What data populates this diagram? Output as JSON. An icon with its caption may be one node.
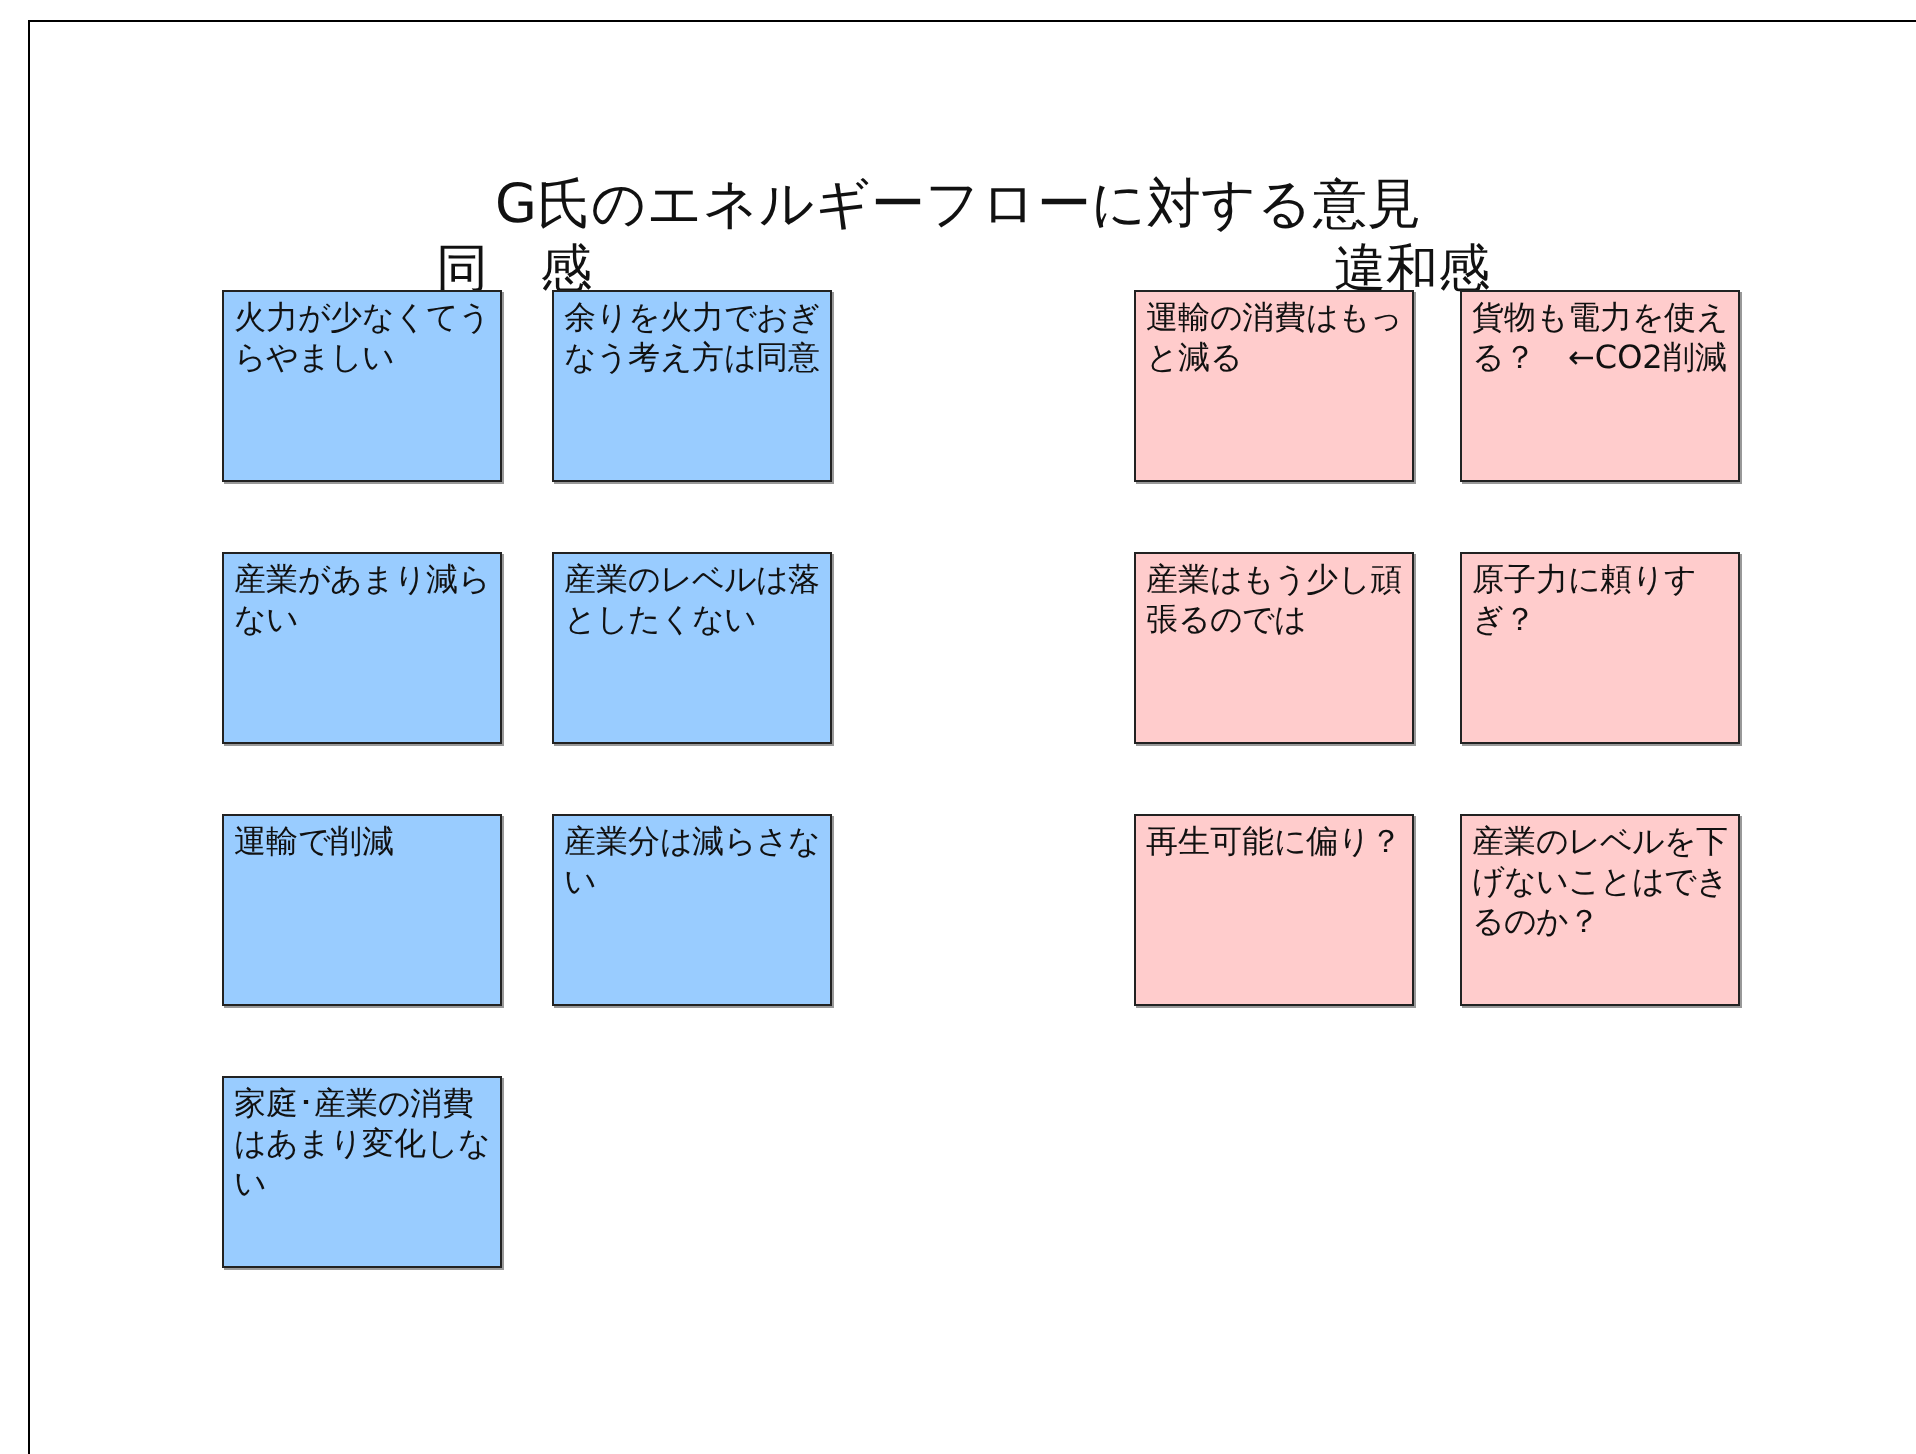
{
  "diagram": {
    "title": "G氏のエネルギーフローに対する意見",
    "nodes": [
      {
        "text": [
          "火力が少なくてうらやましい"
        ]
      },
      {
        "text": [
          "余りを火力でおぎなう考え方は同意"
        ]
      },
      {
        "text": [
          "産業があまり減らない"
        ]
      },
      {
        "text": [
          "産業のレベルは落としたくない"
        ]
      },
      {
        "text": [
          "運輸で削減"
        ]
      },
      {
        "text": [
          "産業分は減らさない"
        ]
      },
      {
        "text": [
          "家庭･産業の消費はあまり変化しない"
        ]
      },
      {
        "text": [
          "運輸の消費はもっと減る"
        ]
      },
      {
        "text": [
          "貨物も電力を使える？　←CO2削減"
        ]
      },
      {
        "text": [
          "産業はもう少し頑張るのでは"
        ]
      },
      {
        "text": [
          "原子力に頼りすぎ？"
        ]
      },
      {
        "text": [
          "再生可能に偏り？"
        ]
      },
      {
        "text": [
          "産業のレベルを下げないことはできるのか？"
        ]
      }
    ],
    "labels": [
      "同　感",
      "違和感"
    ]
  }
}
